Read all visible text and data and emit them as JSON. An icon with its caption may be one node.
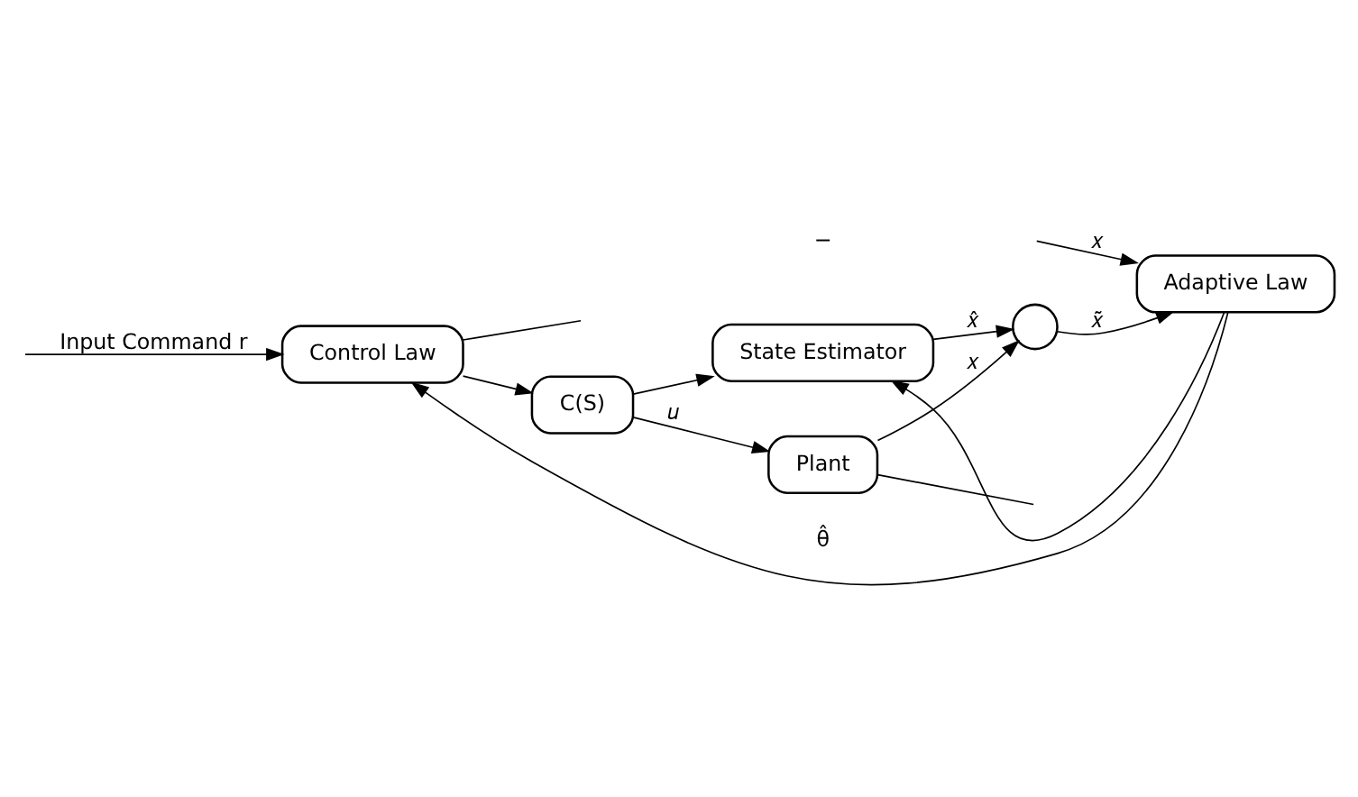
{
  "diagram": {
    "nodes": [
      {
        "text": [
          "Control Law"
        ]
      },
      {
        "text": [
          "C(S)"
        ]
      },
      {
        "text": [
          "Plant"
        ]
      },
      {
        "text": [
          "State Estimator"
        ]
      },
      {
        "text": [],
        "shape": "circle"
      },
      {
        "text": [
          "Adaptive Law"
        ]
      }
    ],
    "edges": [
      {
        "from": null,
        "to": 0,
        "arrow": "to",
        "label": "Input Command r"
      },
      {
        "from": 0,
        "to": 1,
        "arrow": "to"
      },
      {
        "from": 1,
        "to": 2,
        "arrow": "to",
        "label": "𝑢"
      },
      {
        "from": 1,
        "to": 3,
        "arrow": "to"
      },
      {
        "from": 2,
        "to": 4,
        "arrow": "to",
        "label": "𝑥"
      },
      {
        "from": 2,
        "to": null,
        "arrow": "none"
      },
      {
        "from": 3,
        "to": 4,
        "arrow": "to",
        "label": "𝑥̂"
      },
      {
        "from": 4,
        "to": 5,
        "arrow": "to",
        "label": "𝑥̃"
      },
      {
        "from": 5,
        "to": 0,
        "arrow": "to",
        "label": "θ̂"
      },
      {
        "from": 5,
        "to": 3,
        "arrow": "to"
      },
      {
        "from": null,
        "to": 5,
        "arrow": "to",
        "label": "𝑥"
      },
      {
        "from": 0,
        "to": null,
        "arrow": "none"
      }
    ],
    "labels": [
      "−"
    ]
  }
}
